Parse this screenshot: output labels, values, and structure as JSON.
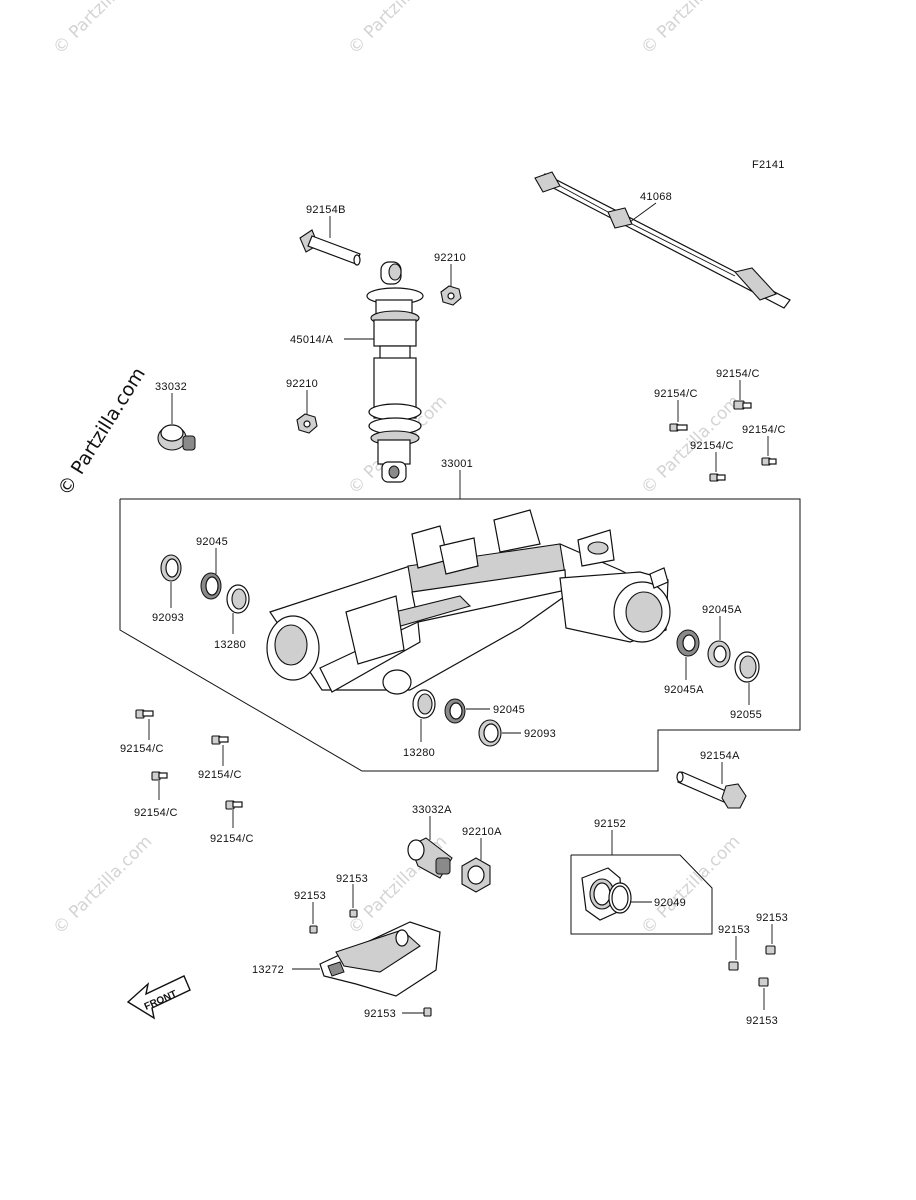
{
  "figure_code": "F2141",
  "watermark": "© Partzilla.com",
  "front_label": "FRONT",
  "labels": {
    "p41068": "41068",
    "p92154B": "92154B",
    "p92210_top": "92210",
    "p45014A": "45014/A",
    "p92210_mid": "92210",
    "p33032": "33032",
    "p33001": "33001",
    "p92154C_1": "92154/C",
    "p92154C_2": "92154/C",
    "p92154C_3": "92154/C",
    "p92154C_4": "92154/C",
    "p92045_l": "92045",
    "p92093_l": "92093",
    "p13280_l": "13280",
    "p92045A_r": "92045A",
    "p92045A_rb": "92045A",
    "p92055": "92055",
    "p92045_b": "92045",
    "p92093_b": "92093",
    "p13280_b": "13280",
    "p92154C_5": "92154/C",
    "p92154C_6": "92154/C",
    "p92154C_7": "92154/C",
    "p92154C_8": "92154/C",
    "p92154A": "92154A",
    "p33032A": "33032A",
    "p92210A": "92210A",
    "p92153_a": "92153",
    "p92153_b": "92153",
    "p13272": "13272",
    "p92153_c": "92153",
    "p92152": "92152",
    "p92049": "92049",
    "p92153_d": "92153",
    "p92153_e": "92153",
    "p92153_f": "92153"
  }
}
